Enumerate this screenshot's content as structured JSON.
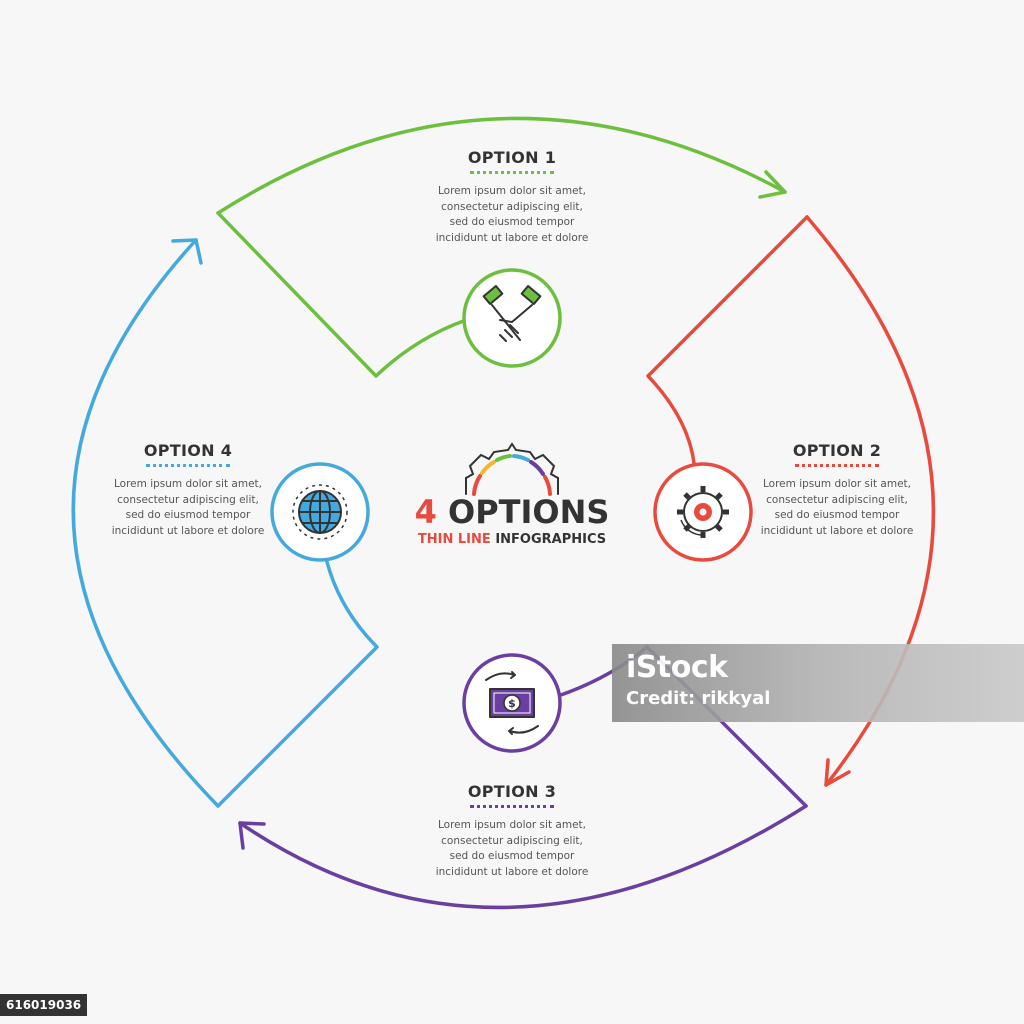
{
  "center": {
    "number": "4",
    "title_word": "OPTIONS",
    "subtitle_highlight": "THIN LINE",
    "subtitle_rest": "INFOGRAPHICS"
  },
  "options": [
    {
      "title": "OPTION 1",
      "color": "#6cbf3f",
      "icon": "handshake-icon",
      "body": [
        "Lorem ipsum dolor sit amet,",
        "consectetur adipiscing elit,",
        "sed do eiusmod tempor",
        "incididunt ut labore et dolore"
      ]
    },
    {
      "title": "OPTION 2",
      "color": "#e84a3d",
      "icon": "gear-icon",
      "body": [
        "Lorem ipsum dolor sit amet,",
        "consectetur adipiscing elit,",
        "sed do eiusmod tempor",
        "incididunt ut labore et dolore"
      ]
    },
    {
      "title": "OPTION 3",
      "color": "#6a3fa0",
      "icon": "money-exchange-icon",
      "body": [
        "Lorem ipsum dolor sit amet,",
        "consectetur adipiscing elit,",
        "sed do eiusmod tempor",
        "incididunt ut labore et dolore"
      ]
    },
    {
      "title": "OPTION 4",
      "color": "#44a9dc",
      "icon": "globe-icon",
      "body": [
        "Lorem ipsum dolor sit amet,",
        "consectetur adipiscing elit,",
        "sed do eiusmod tempor",
        "incididunt ut labore et dolore"
      ]
    }
  ],
  "watermark": {
    "logo": "iStock",
    "credit": "Credit: rikkyal"
  },
  "stock_id": "616019036",
  "colors": {
    "accent": "#e84a3d",
    "text": "#333333",
    "background": "#f7f7f7",
    "yellow": "#f2b632"
  }
}
